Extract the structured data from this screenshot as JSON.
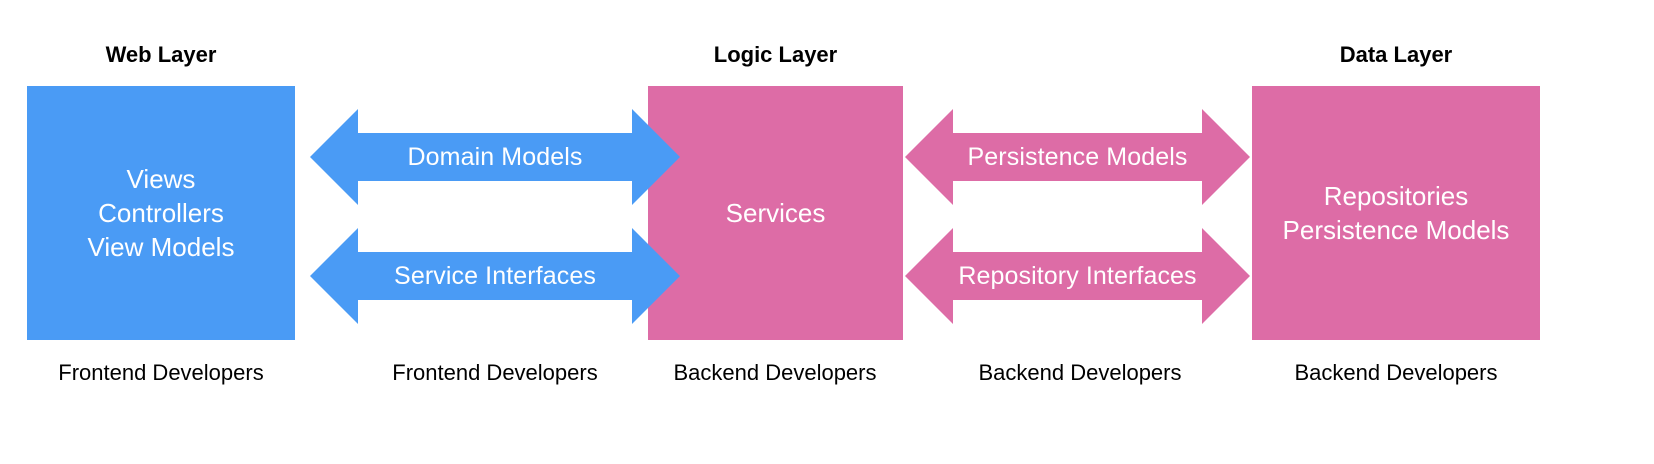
{
  "diagram": {
    "title_row": [
      {
        "name": "web-layer",
        "label": "Web Layer"
      },
      {
        "name": "logic-layer",
        "label": "Logic Layer"
      },
      {
        "name": "data-layer",
        "label": "Data Layer"
      }
    ],
    "boxes": [
      {
        "name": "web-layer-box",
        "label": "Views\nControllers\nView Models",
        "color": "#4A9BF5"
      },
      {
        "name": "logic-layer-box",
        "label": "Services",
        "color": "#DD6CA6"
      },
      {
        "name": "data-layer-box",
        "label": "Repositories\nPersistence Models",
        "color": "#DD6CA6"
      }
    ],
    "arrows": [
      {
        "name": "domain-models-arrow",
        "label": "Domain Models",
        "color": "#4A9BF5",
        "direction": "bidirectional"
      },
      {
        "name": "service-interfaces-arrow",
        "label": "Service Interfaces",
        "color": "#4A9BF5",
        "direction": "bidirectional"
      },
      {
        "name": "persistence-models-arrow",
        "label": "Persistence Models",
        "color": "#DD6CA6",
        "direction": "bidirectional"
      },
      {
        "name": "repository-interfaces-arrow",
        "label": "Repository Interfaces",
        "color": "#DD6CA6",
        "direction": "bidirectional"
      }
    ],
    "captions": [
      {
        "name": "caption-web-layer",
        "label": "Frontend Developers"
      },
      {
        "name": "caption-web-logic-arrows",
        "label": "Frontend Developers"
      },
      {
        "name": "caption-logic-layer",
        "label": "Backend Developers"
      },
      {
        "name": "caption-logic-data-arrows",
        "label": "Backend Developers"
      },
      {
        "name": "caption-data-layer",
        "label": "Backend Developers"
      }
    ],
    "colors": {
      "blue": "#4A9BF5",
      "pink": "#DD6CA6",
      "text_dark": "#000000",
      "text_light": "#ffffff",
      "background": "#ffffff"
    }
  }
}
